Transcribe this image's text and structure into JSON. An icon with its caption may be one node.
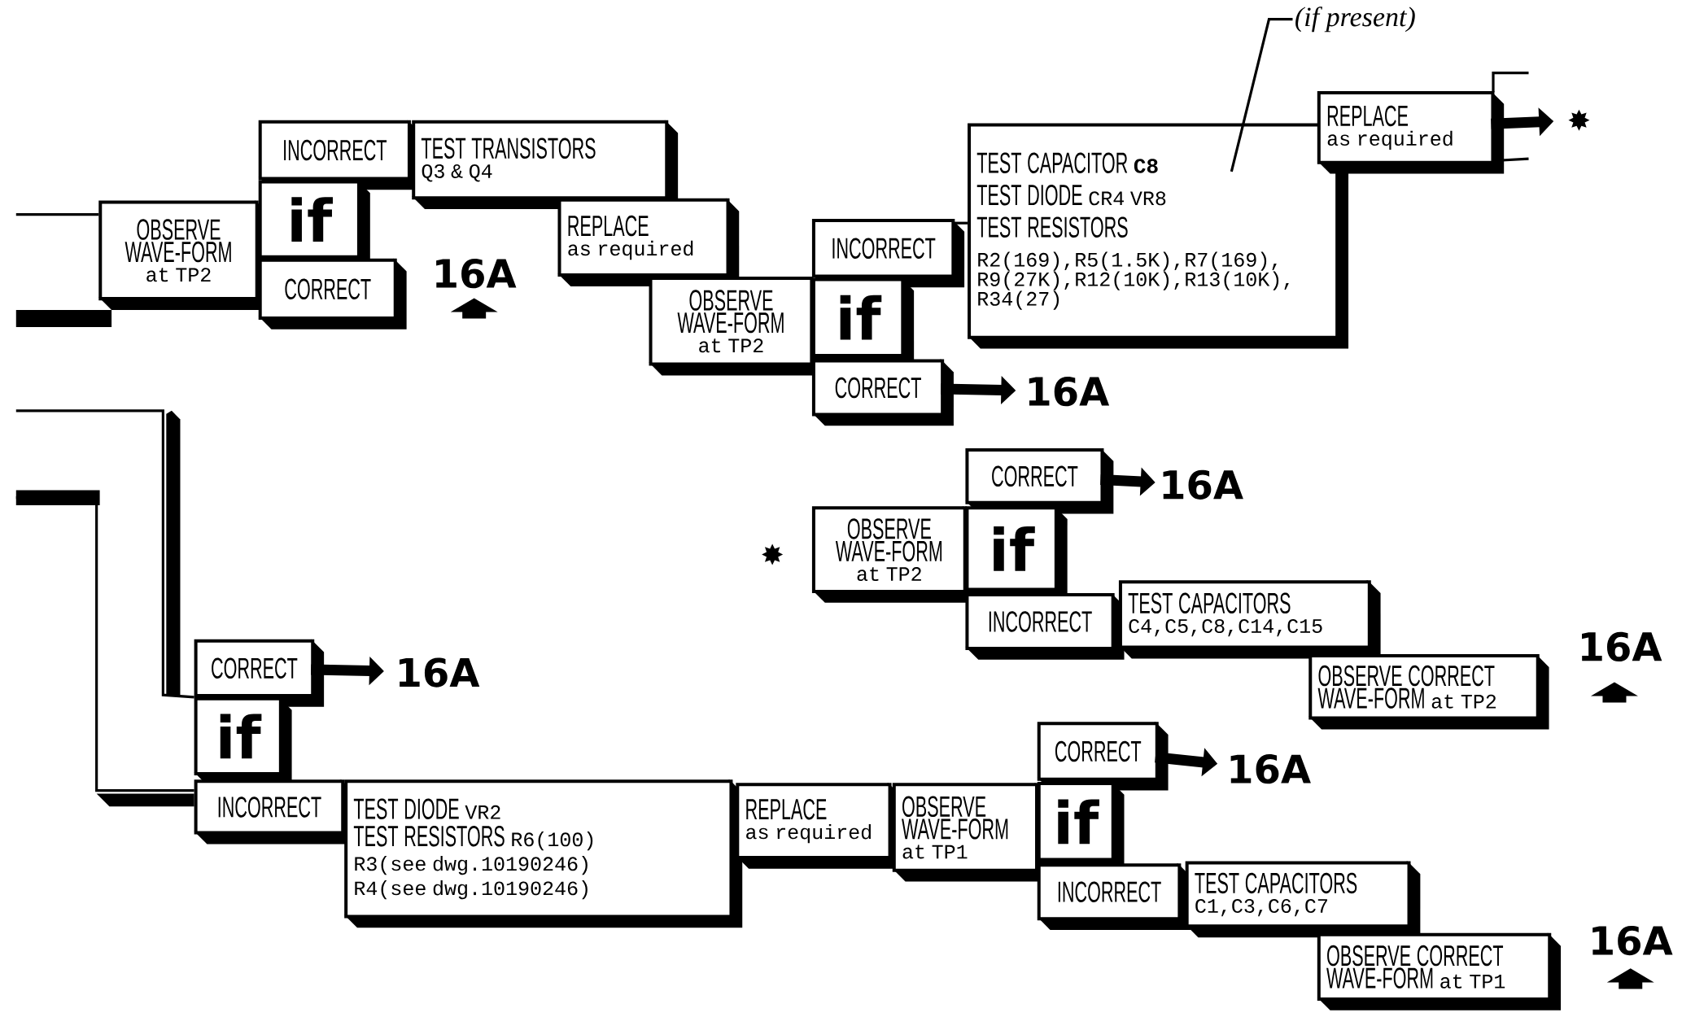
{
  "diagram": {
    "nodes": [
      {
        "text": [
          "OBSERVE WAVE-FORM",
          "at TP2"
        ]
      },
      {
        "text": [
          "INCORRECT"
        ]
      },
      {
        "text": [
          "if"
        ]
      },
      {
        "text": [
          "CORRECT"
        ]
      },
      {
        "text": [
          "TEST TRANSISTORS",
          "Q3 & Q4"
        ]
      },
      {
        "text": [
          "REPLACE",
          "as required"
        ]
      },
      {
        "text": [
          "OBSERVE WAVE-FORM",
          "at TP2"
        ]
      },
      {
        "text": [
          "INCORRECT"
        ]
      },
      {
        "text": [
          "if"
        ]
      },
      {
        "text": [
          "CORRECT"
        ]
      },
      {
        "text": [
          "TEST CAPACITOR",
          "C8",
          "TEST DIODE",
          "CR4 VR8",
          "TEST RESISTORS",
          "R2(169),R5(1.5K),R7(169), R9(27K),R12(10K),R13(10K), R34(27)"
        ]
      },
      {
        "text": [
          "REPLACE",
          "as required"
        ]
      },
      {
        "text": [],
        "shape": "star"
      },
      {
        "text": [
          "16A"
        ]
      },
      {
        "text": [
          "(if present)"
        ]
      },
      {
        "text": [],
        "shape": "star"
      },
      {
        "text": [
          "OBSERVE WAVE-FORM",
          "at TP2"
        ]
      },
      {
        "text": [
          "CORRECT"
        ]
      },
      {
        "text": [
          "if"
        ]
      },
      {
        "text": [
          "INCORRECT"
        ]
      },
      {
        "text": [
          "TEST CAPACITORS",
          "C4,C5,C8,C14,C15"
        ]
      },
      {
        "text": [
          "OBSERVE CORRECT WAVE-FORM",
          "at TP2"
        ]
      },
      {
        "text": [
          "16A"
        ]
      },
      {
        "text": [
          "CORRECT"
        ]
      },
      {
        "text": [
          "if"
        ]
      },
      {
        "text": [
          "INCORRECT"
        ]
      },
      {
        "text": [
          "TEST DIODE",
          "VR2",
          "TEST RESISTORS",
          "R6(100)",
          "R3(see dwg.10190246)",
          "R4(see dwg.10190246)"
        ]
      },
      {
        "text": [
          "REPLACE",
          "as required"
        ]
      },
      {
        "text": [
          "OBSERVE WAVE-FORM",
          "at TP1"
        ]
      },
      {
        "text": [
          "CORRECT"
        ]
      },
      {
        "text": [
          "if"
        ]
      },
      {
        "text": [
          "INCORRECT"
        ]
      },
      {
        "text": [
          "TEST CAPACITORS",
          "C1,C3,C6,C7"
        ]
      },
      {
        "text": [
          "OBSERVE CORRECT WAVE-FORM",
          "at TP1"
        ]
      },
      {
        "text": [
          "16A"
        ]
      },
      {
        "text": [
          "16A"
        ]
      }
    ],
    "edges": [
      {
        "from": 9,
        "to": 13,
        "arrow": "to"
      },
      {
        "from": 11,
        "to": 12,
        "arrow": "to"
      },
      {
        "from": 14,
        "to": 10,
        "arrow": "none"
      },
      {
        "from": 17,
        "to": 22,
        "arrow": "to"
      },
      {
        "from": null,
        "to": 23,
        "arrow": "none"
      },
      {
        "from": null,
        "to": 25,
        "arrow": "none"
      },
      {
        "from": 23,
        "to": 34,
        "arrow": "to"
      },
      {
        "from": 29,
        "to": 35,
        "arrow": "to"
      }
    ],
    "labels": [
      "16A",
      "16A",
      "16A"
    ]
  }
}
